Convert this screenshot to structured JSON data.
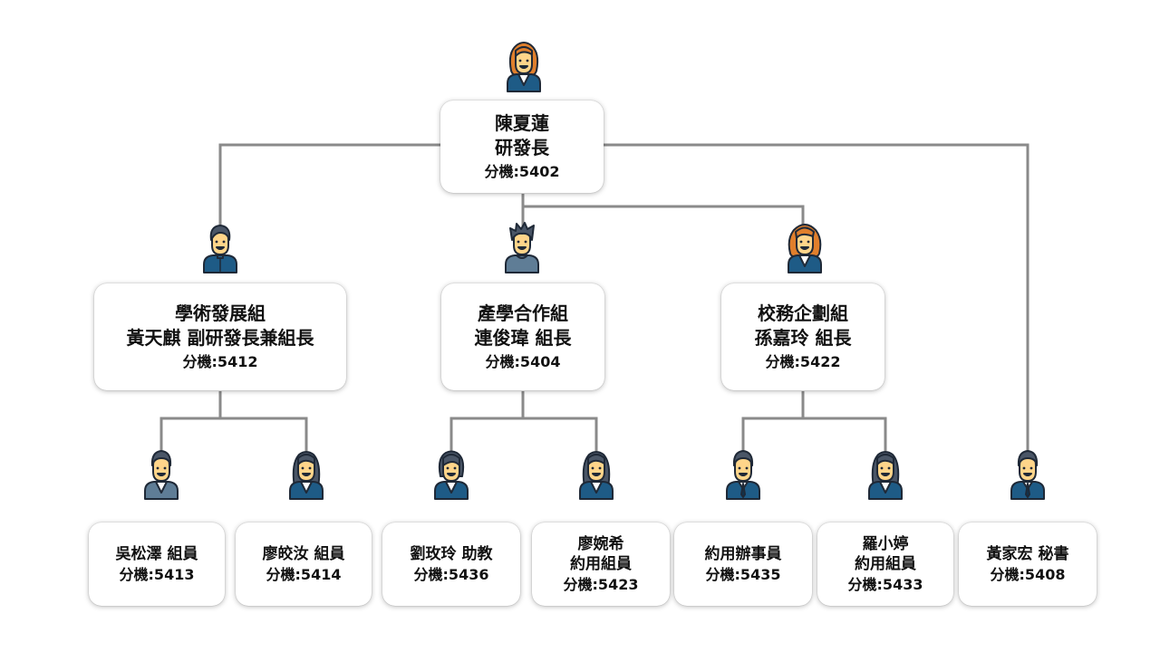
{
  "org_chart": {
    "director": {
      "line1": "陳夏蓮",
      "line2": "研發長",
      "ext": "分機:5402",
      "avatar": "woman-orange-hair-icon"
    },
    "divisions": [
      {
        "line1": "學術發展組",
        "line2": "黃天麒 副研發長兼組長",
        "ext": "分機:5412",
        "avatar": "man-collar-icon"
      },
      {
        "line1": "產學合作組",
        "line2": "連俊瑋 組長",
        "ext": "分機:5404",
        "avatar": "man-spiky-hair-icon"
      },
      {
        "line1": "校務企劃組",
        "line2": "孫嘉玲 組長",
        "ext": "分機:5422",
        "avatar": "woman-curly-hair-icon"
      }
    ],
    "staff": [
      {
        "line1": "吳松澤 組員",
        "ext": "分機:5413",
        "avatar": "man-sweater-icon"
      },
      {
        "line1": "廖皎汝 組員",
        "ext": "分機:5414",
        "avatar": "woman-long-hair-icon"
      },
      {
        "line1": "劉玫玲 助教",
        "ext": "分機:5436",
        "avatar": "woman-bob-hair-icon"
      },
      {
        "line1": "廖婉希",
        "line2": "約用組員",
        "ext": "分機:5423",
        "avatar": "woman-long-hair-icon"
      },
      {
        "line1": "約用辦事員",
        "ext": "分機:5435",
        "avatar": "man-suit-icon"
      },
      {
        "line1": "羅小婷",
        "line2": "約用組員",
        "ext": "分機:5433",
        "avatar": "woman-long-hair-icon"
      },
      {
        "line1": "黃家宏 秘書",
        "ext": "分機:5408",
        "avatar": "man-suit-icon"
      }
    ]
  },
  "colors": {
    "connector": "#8a8a8a",
    "navy": "#1e5b86",
    "skin": "#ffd58a",
    "hair_dark": "#4a5667",
    "hair_orange": "#e07f2c",
    "shirt_grey": "#5f7d96"
  }
}
